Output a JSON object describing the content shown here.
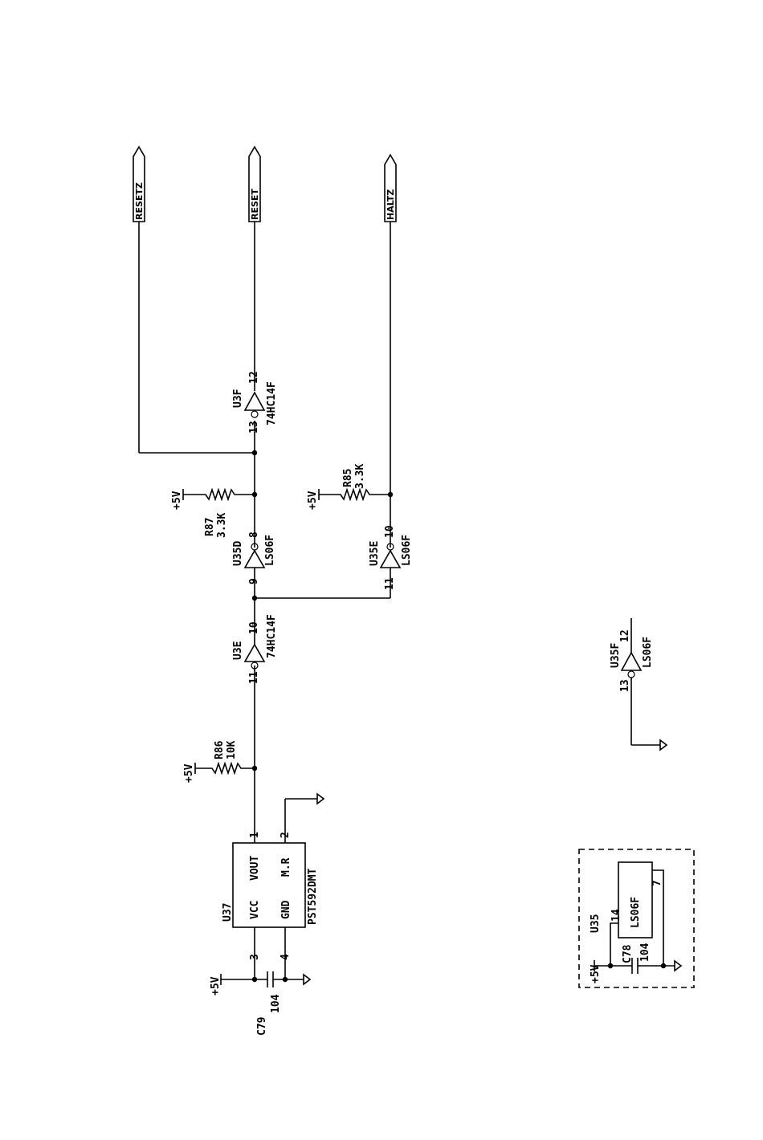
{
  "nets": {
    "resetz": "RESETZ",
    "reset": "RESET",
    "haltz": "HALTZ"
  },
  "u3f": {
    "ref": "U3F",
    "type": "74HC14F",
    "pin_in": "13",
    "pin_out": "12"
  },
  "u3e": {
    "ref": "U3E",
    "type": "74HC14F",
    "pin_in": "11",
    "pin_out": "10"
  },
  "u35d": {
    "ref": "U35D",
    "type": "LS06F",
    "pin_in": "9",
    "pin_out": "8"
  },
  "u35e": {
    "ref": "U35E",
    "type": "LS06F",
    "pin_in": "11",
    "pin_out": "10"
  },
  "u35f": {
    "ref": "U35F",
    "type": "LS06F",
    "pin_in": "13",
    "pin_out": "12"
  },
  "r87": {
    "ref": "R87",
    "value": "3.3K",
    "supply": "+5V"
  },
  "r85": {
    "ref": "R85",
    "value": "3.3K",
    "supply": "+5V"
  },
  "r86": {
    "ref": "R86",
    "value": "10K",
    "supply": "+5V"
  },
  "u37": {
    "ref": "U37",
    "part": "PST592DMT",
    "vcc": "VCC",
    "vout": "VOUT",
    "gnd": "GND",
    "mr": "M.R",
    "pin_vout": "1",
    "pin_mr": "2",
    "pin_vcc": "3",
    "pin_gnd": "4"
  },
  "c79": {
    "ref": "C79",
    "value": "104",
    "supply": "+5V"
  },
  "power_box": {
    "ref": "U35",
    "type": "LS06F",
    "pin_vcc": "14",
    "pin_gnd": "7",
    "cap_ref": "C78",
    "cap_value": "104",
    "supply": "+5V"
  }
}
